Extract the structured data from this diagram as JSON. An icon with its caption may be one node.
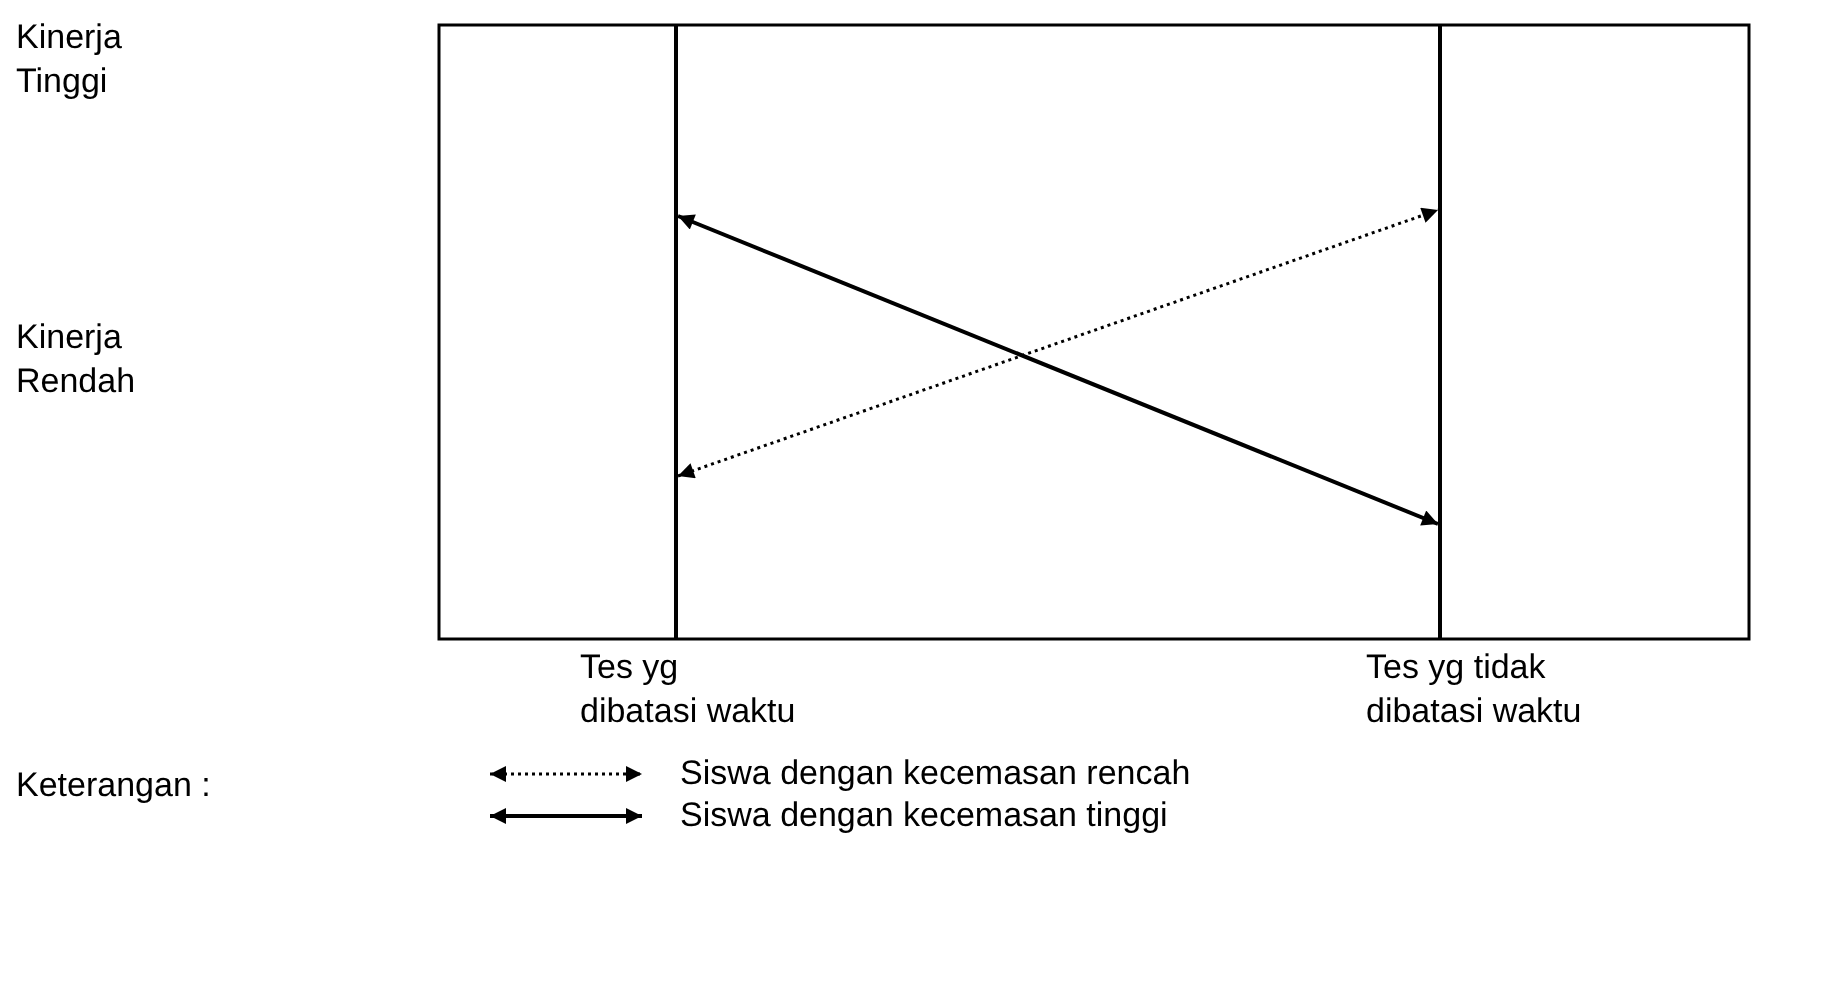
{
  "diagram": {
    "nodes": [
      {
        "text": [
          "Tes yg dibatasi waktu"
        ]
      },
      {
        "text": [
          "Tes yg tidak dibatasi waktu"
        ]
      }
    ],
    "edges": [
      {
        "from": 0,
        "to": 1,
        "arrow": "both"
      },
      {
        "from": 0,
        "to": 1,
        "arrow": "both",
        "style": "dashed"
      }
    ],
    "labels": [
      "Kinerja Tinggi",
      "Kinerja Rendah",
      "Keterangan :"
    ],
    "legend": [
      {
        "text": "Siswa dengan kecemasan rencah"
      },
      {
        "text": "Siswa dengan kecemasan tinggi"
      }
    ]
  }
}
